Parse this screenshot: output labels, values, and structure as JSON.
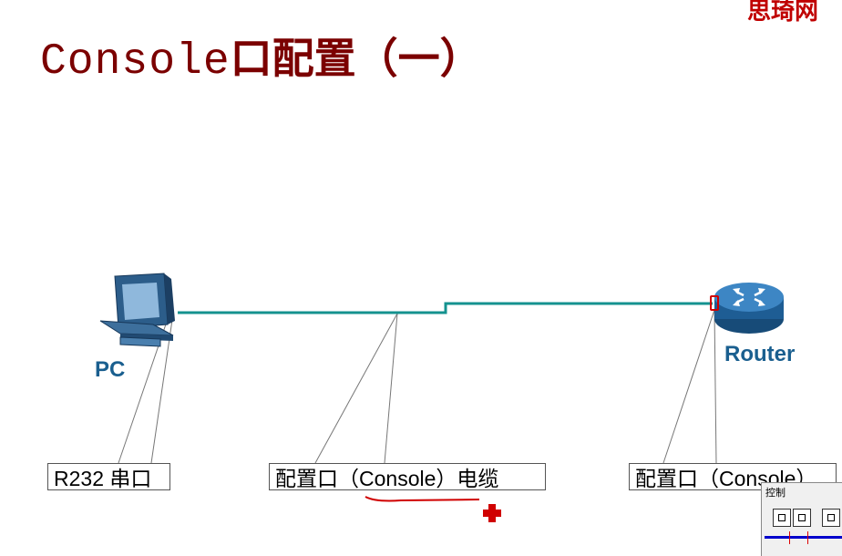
{
  "slide": {
    "corner_text": "思琦网",
    "title_en": "Console",
    "title_cn": "口配置（一）"
  },
  "nodes": {
    "pc_label": "PC",
    "router_label": "Router"
  },
  "callouts": {
    "pc_port": "R232 串口",
    "cable": "配置口（Console）电缆",
    "router_port": "配置口（Console）"
  },
  "colors": {
    "title": "#7b0000",
    "cable": "#14928f",
    "node_label": "#1a5f8f",
    "annotation_red": "#d00000"
  },
  "control_panel": {
    "title": "控制"
  }
}
